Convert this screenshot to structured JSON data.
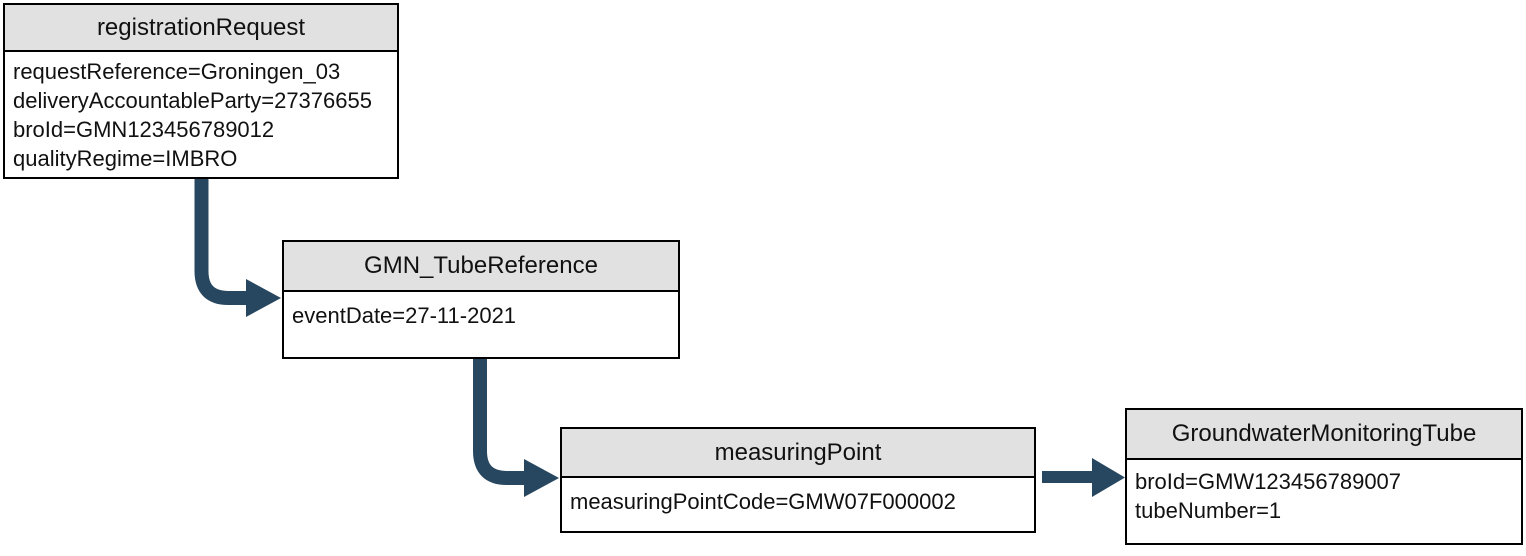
{
  "colors": {
    "arrow": "#274760",
    "header-bg": "#e1e1e1",
    "node-border": "#000000",
    "canvas-bg": "#ffffff",
    "text": "#111111"
  },
  "diagram": {
    "nodes": {
      "registration_request": {
        "title": "registrationRequest",
        "attributes": [
          "requestReference=Groningen_03",
          "deliveryAccountableParty=27376655",
          "broId=GMN123456789012",
          "qualityRegime=IMBRO"
        ]
      },
      "gmn_tube_reference": {
        "title": "GMN_TubeReference",
        "attributes": [
          "eventDate=27-11-2021"
        ]
      },
      "measuring_point": {
        "title": "measuringPoint",
        "attributes": [
          "measuringPointCode=GMW07F000002"
        ]
      },
      "groundwater_monitoring_tube": {
        "title": "GroundwaterMonitoringTube",
        "attributes": [
          "broId=GMW123456789007",
          "tubeNumber=1"
        ]
      }
    },
    "edges": [
      {
        "from": "registrationRequest",
        "to": "GMN_TubeReference"
      },
      {
        "from": "GMN_TubeReference",
        "to": "measuringPoint"
      },
      {
        "from": "measuringPoint",
        "to": "GroundwaterMonitoringTube"
      }
    ]
  }
}
